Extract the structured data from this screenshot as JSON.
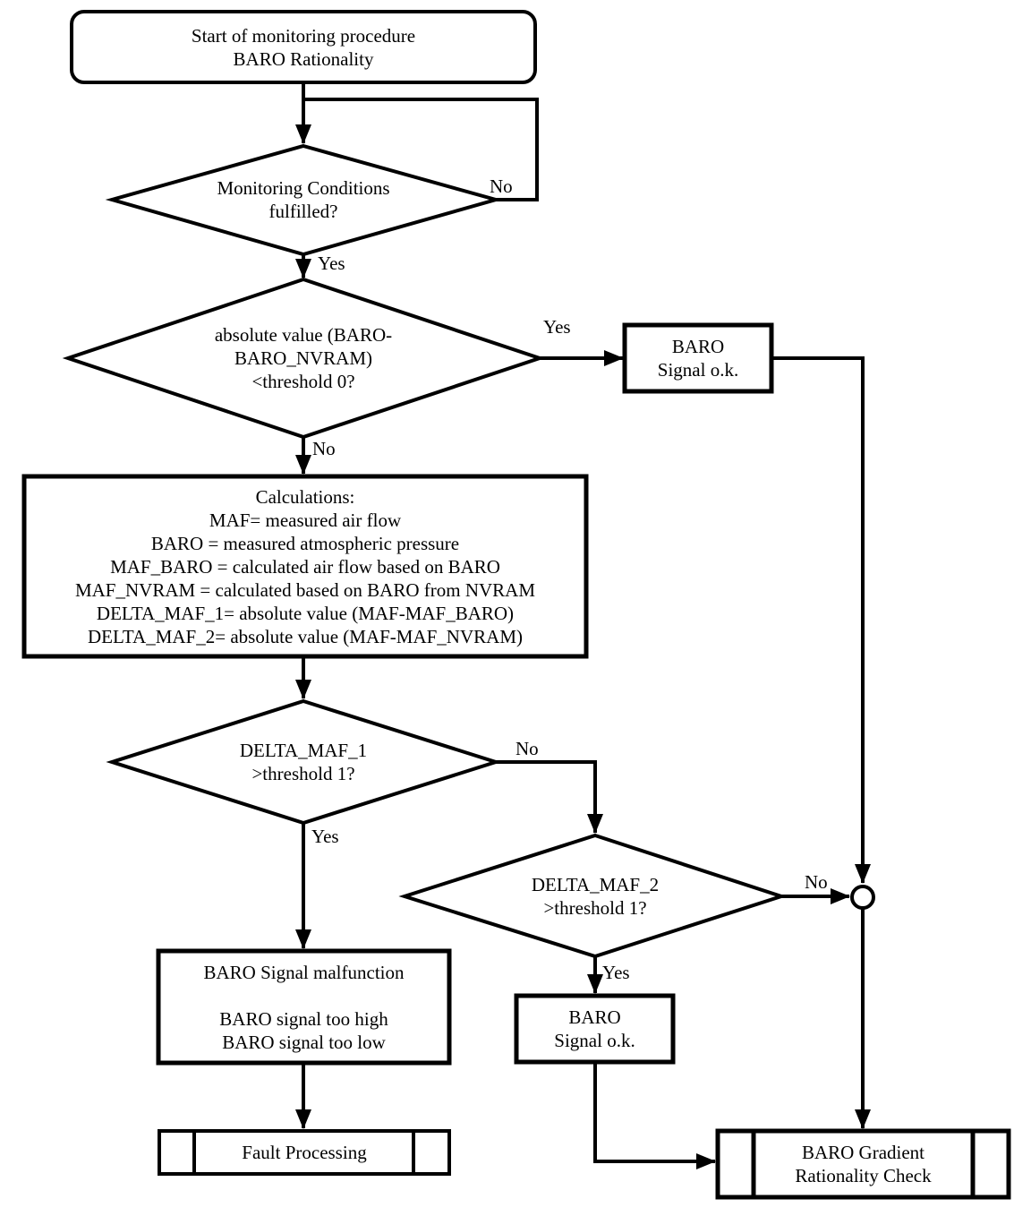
{
  "nodes": {
    "start": "Start of monitoring procedure\nBARO Rationality",
    "monitoring_conditions": "Monitoring Conditions\nfulfilled?",
    "baro_nvram_check": "absolute value (BARO-\nBARO_NVRAM)\n<threshold 0?",
    "baro_signal_ok_top": "BARO\nSignal o.k.",
    "calculations": "Calculations:\nMAF= measured air flow\nBARO = measured atmospheric pressure\nMAF_BARO = calculated air flow based on BARO\nMAF_NVRAM = calculated based on BARO from NVRAM\nDELTA_MAF_1= absolute value (MAF-MAF_BARO)\nDELTA_MAF_2= absolute value (MAF-MAF_NVRAM)",
    "delta_maf_1_check": "DELTA_MAF_1\n>threshold 1?",
    "delta_maf_2_check": "DELTA_MAF_2\n>threshold 1?",
    "baro_signal_malfunction": "BARO Signal malfunction\n\nBARO signal too high\nBARO signal too low",
    "baro_signal_ok_bottom": "BARO\nSignal o.k.",
    "fault_processing": "Fault Processing",
    "baro_gradient_check": "BARO Gradient\nRationality Check"
  },
  "edge_labels": {
    "monitoring_no": "No",
    "monitoring_yes": "Yes",
    "threshold0_yes": "Yes",
    "threshold0_no": "No",
    "delta1_no": "No",
    "delta1_yes": "Yes",
    "delta2_no": "No",
    "delta2_yes": "Yes"
  },
  "colors": {
    "line": "#000000",
    "background": "#ffffff"
  }
}
